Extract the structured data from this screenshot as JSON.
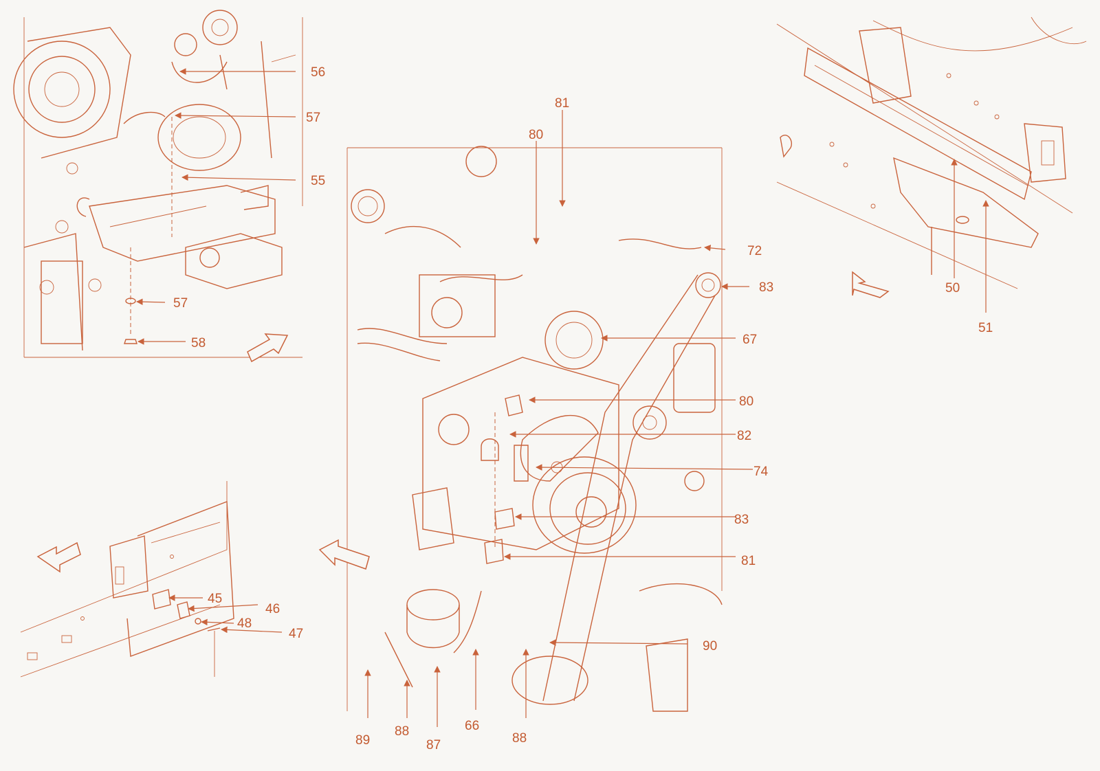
{
  "colors": {
    "line": "#c9633c",
    "text": "#c35a30",
    "background": "#f8f7f4"
  },
  "callouts": {
    "c56": "56",
    "c57a": "57",
    "c55": "55",
    "c57b": "57",
    "c58": "58",
    "c81a": "81",
    "c80a": "80",
    "c72": "72",
    "c83a": "83",
    "c67": "67",
    "c80b": "80",
    "c82": "82",
    "c74": "74",
    "c83b": "83",
    "c81b": "81",
    "c90": "90",
    "c89": "89",
    "c88a": "88",
    "c87": "87",
    "c66": "66",
    "c88b": "88",
    "c50": "50",
    "c51": "51",
    "c45": "45",
    "c46": "46",
    "c48": "48",
    "c47": "47"
  },
  "icons": {
    "orientation_arrows": [
      "block-arrow-icon"
    ]
  }
}
